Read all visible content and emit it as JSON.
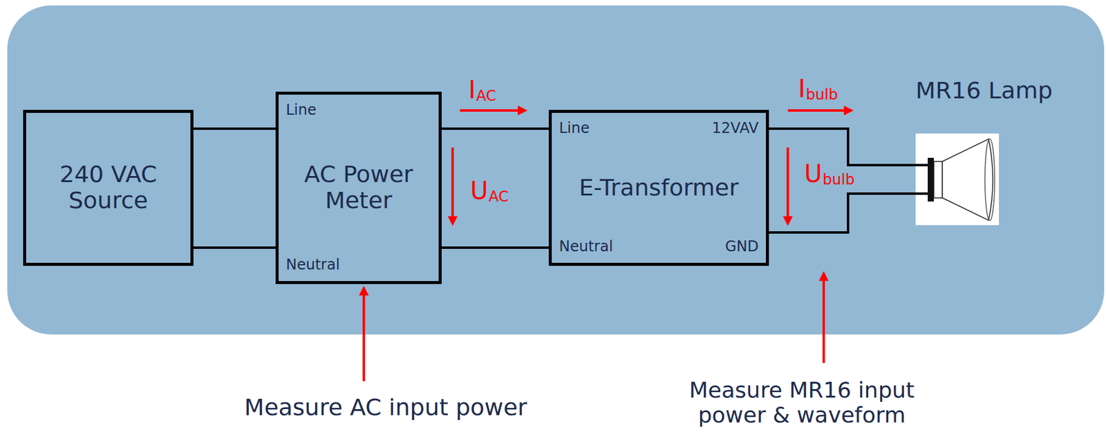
{
  "diagram": {
    "nodes": [
      {
        "text": [
          "240 VAC Source"
        ]
      },
      {
        "text": [
          "Line",
          "AC Power Meter",
          "Neutral"
        ]
      },
      {
        "text": [
          "Line",
          "12VAV",
          "E-Transformer",
          "Neutral",
          "GND"
        ]
      },
      {
        "text": [
          "MR16 Lamp"
        ]
      }
    ],
    "edges": [
      {
        "from": 0,
        "to": 1,
        "arrow": "none"
      },
      {
        "from": 0,
        "to": 1,
        "arrow": "none"
      },
      {
        "from": 1,
        "to": 2,
        "arrow": "none"
      },
      {
        "from": 1,
        "to": 2,
        "arrow": "none"
      },
      {
        "from": 2,
        "to": 3,
        "arrow": "none"
      },
      {
        "from": 2,
        "to": 3,
        "arrow": "none"
      }
    ],
    "labels": [
      "I",
      "AC",
      "U",
      "AC",
      "I",
      "bulb",
      "U",
      "bulb",
      "Measure AC input power",
      "Measure MR16 input power & waveform"
    ]
  }
}
